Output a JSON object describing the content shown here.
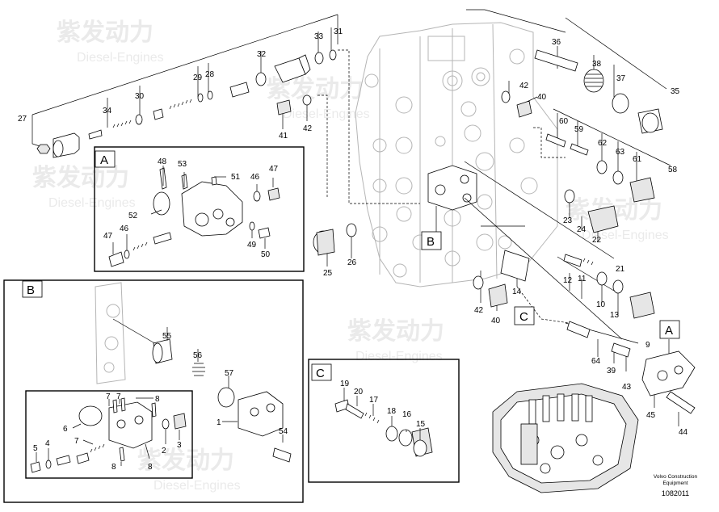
{
  "watermark": {
    "cn": "紫发动力",
    "en": "Diesel-Engines"
  },
  "footer": {
    "brand_line1": "Volvo Construction",
    "brand_line2": "Equipment",
    "drawing_number": "1082011"
  },
  "callouts": {
    "A": "A",
    "B": "B",
    "C": "C"
  },
  "main_parts": {
    "p27": "27",
    "p34": "34",
    "p30": "30",
    "p29": "29",
    "p28": "28",
    "p32": "32",
    "p33": "33",
    "p31": "31",
    "p41": "41",
    "p42a": "42",
    "p36": "36",
    "p38": "38",
    "p37": "37",
    "p35": "35",
    "p42b": "42",
    "p40a": "40",
    "p60": "60",
    "p59": "59",
    "p62": "62",
    "p63": "63",
    "p61": "61",
    "p58": "58",
    "p23": "23",
    "p24": "24",
    "p22": "22",
    "p21": "21",
    "p25": "25",
    "p26": "26",
    "p14": "14",
    "p42c": "42",
    "p40b": "40",
    "p12": "12",
    "p11": "11",
    "p10": "10",
    "p13": "13",
    "p9": "9",
    "p64": "64",
    "p39": "39",
    "p43": "43",
    "p45": "45",
    "p44": "44"
  },
  "detail_a": {
    "p48": "48",
    "p53": "53",
    "p51": "51",
    "p46a": "46",
    "p47a": "47",
    "p52": "52",
    "p47b": "47",
    "p46b": "46",
    "p49": "49",
    "p50": "50"
  },
  "detail_b": {
    "p55": "55",
    "p56": "56",
    "p57": "57",
    "p1": "1",
    "p54": "54",
    "p7a": "7",
    "p7b": "7",
    "p8a": "8",
    "p6": "6",
    "p7c": "7",
    "p2": "2",
    "p3": "3",
    "p5": "5",
    "p4": "4",
    "p8b": "8",
    "p8c": "8"
  },
  "detail_c": {
    "p19": "19",
    "p20": "20",
    "p17": "17",
    "p18": "18",
    "p16": "16",
    "p15": "15"
  }
}
